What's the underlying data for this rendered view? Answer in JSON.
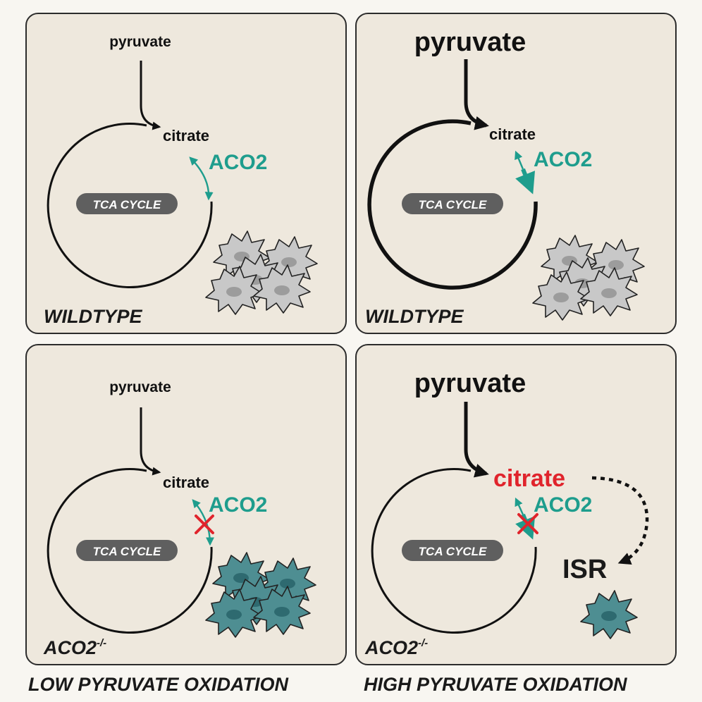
{
  "panels": [
    {
      "id": "top-left",
      "pyruvate": "pyruvate",
      "citrate": "citrate",
      "enzyme": "ACO2",
      "cycle": "TCA CYCLE",
      "genotype": "WILDTYPE"
    },
    {
      "id": "top-right",
      "pyruvate": "pyruvate",
      "citrate": "citrate",
      "enzyme": "ACO2",
      "cycle": "TCA CYCLE",
      "genotype": "WILDTYPE"
    },
    {
      "id": "bottom-left",
      "pyruvate": "pyruvate",
      "citrate": "citrate",
      "enzyme": "ACO2",
      "cycle": "TCA CYCLE",
      "genotype": "ACO2",
      "genotype_sup": "-/-"
    },
    {
      "id": "bottom-right",
      "pyruvate": "pyruvate",
      "citrate": "citrate",
      "enzyme": "ACO2",
      "cycle": "TCA CYCLE",
      "genotype": "ACO2",
      "genotype_sup": "-/-",
      "stress": "ISR"
    }
  ],
  "footer": {
    "left": "LOW PYRUVATE OXIDATION",
    "right": "HIGH PYRUVATE OXIDATION"
  },
  "colors": {
    "enzyme": "#1e9d8d",
    "citrate_high": "#e0242c",
    "block": "#e0242c",
    "cell_wildtype": "#c8c8c8",
    "cell_knockout": "#4e8e92",
    "panel_bg": "#eee8dd",
    "pill": "#5f5f5f"
  }
}
